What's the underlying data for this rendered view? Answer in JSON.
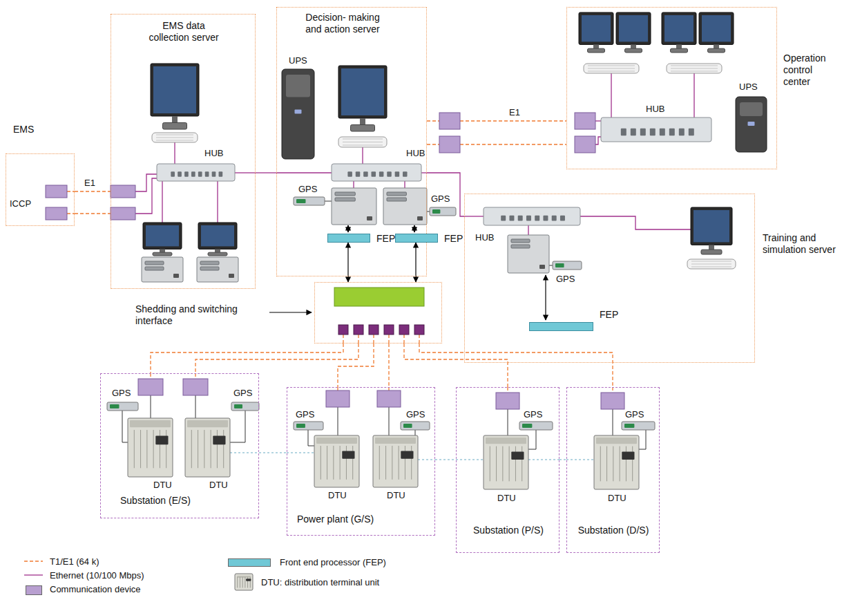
{
  "diagram": {
    "nodes": [
      {
        "text": [
          "EMS"
        ]
      },
      {
        "text": [
          "EMS data collection server"
        ]
      },
      {
        "text": [
          "Decision- making and action server"
        ]
      },
      {
        "text": [
          "FEP"
        ],
        "in": 2
      },
      {
        "text": [
          "FEP"
        ],
        "in": 2
      },
      {
        "text": [
          "Operation control center"
        ]
      },
      {
        "text": [
          "Training and simulation server"
        ]
      },
      {
        "text": [
          "FEP"
        ],
        "in": 6
      },
      {
        "text": [
          "Shedding and switching interface"
        ]
      },
      {
        "text": [
          "Substation (E/S)"
        ]
      },
      {
        "text": [
          "Power plant (G/S)"
        ]
      },
      {
        "text": [
          "Substation (P/S)"
        ]
      },
      {
        "text": [
          "Substation (D/S)"
        ]
      }
    ],
    "edges": [
      {
        "from": 0,
        "to": 1,
        "arrow": "none",
        "label": "E1"
      },
      {
        "from": 0,
        "to": 1,
        "arrow": "none"
      },
      {
        "from": 1,
        "to": 2,
        "arrow": "none"
      },
      {
        "from": 2,
        "to": 5,
        "arrow": "none",
        "label": "E1"
      },
      {
        "from": 2,
        "to": 5,
        "arrow": "none"
      },
      {
        "from": 2,
        "to": 6,
        "arrow": "none"
      },
      {
        "from": 3,
        "to": 8,
        "arrow": "both"
      },
      {
        "from": 4,
        "to": 8,
        "arrow": "both"
      },
      {
        "from": 8,
        "to": 9,
        "arrow": "none"
      },
      {
        "from": 8,
        "to": 9,
        "arrow": "none"
      },
      {
        "from": 8,
        "to": 10,
        "arrow": "none"
      },
      {
        "from": 8,
        "to": 10,
        "arrow": "none"
      },
      {
        "from": 8,
        "to": 11,
        "arrow": "none"
      },
      {
        "from": 8,
        "to": 12,
        "arrow": "none"
      },
      {
        "from": 9,
        "to": 10,
        "arrow": "none"
      },
      {
        "from": 10,
        "to": 11,
        "arrow": "none"
      },
      {
        "from": 11,
        "to": 12,
        "arrow": "none"
      }
    ],
    "labels": [
      "ICCP",
      "HUB",
      "UPS",
      "HUB",
      "GPS",
      "GPS",
      "HUB",
      "UPS",
      "HUB",
      "GPS",
      "GPS",
      "GPS",
      "DTU",
      "DTU",
      "GPS",
      "GPS",
      "DTU",
      "DTU",
      "GPS",
      "DTU",
      "GPS",
      "DTU"
    ],
    "legend": [
      {
        "text": "T1/E1 (64 k)"
      },
      {
        "text": "Ethernet (10/100 Mbps)"
      },
      {
        "text": "Communication device",
        "color": "#b89fd0"
      },
      {
        "text": "Front end processor (FEP)",
        "color": "#70c8d6"
      },
      {
        "text": "DTU: distribution terminal unit"
      }
    ]
  }
}
